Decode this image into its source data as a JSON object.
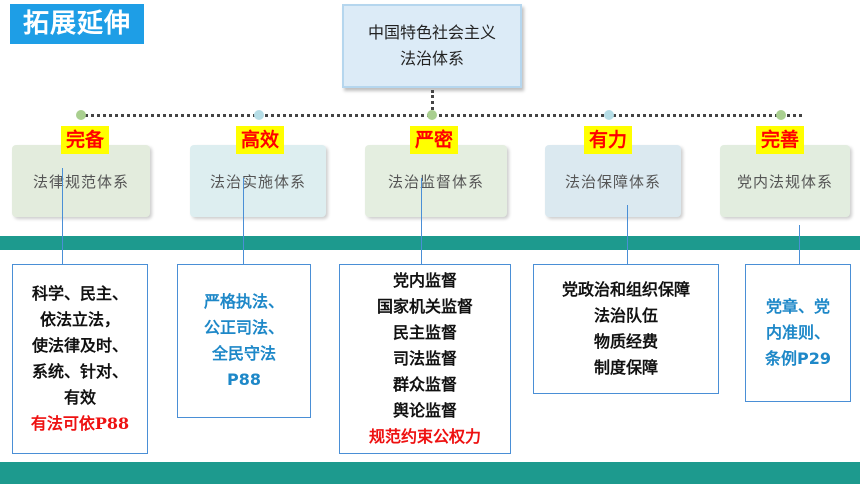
{
  "badge": "拓展延伸",
  "root": {
    "line1": "中国特色社会主义",
    "line2": "法治体系"
  },
  "categories": [
    {
      "keyword": "完备",
      "label": "法律规范体系"
    },
    {
      "keyword": "高效",
      "label": "法治实施体系"
    },
    {
      "keyword": "严密",
      "label": "法治监督体系"
    },
    {
      "keyword": "有力",
      "label": "法治保障体系"
    },
    {
      "keyword": "完善",
      "label": "党内法规体系"
    }
  ],
  "details": [
    {
      "lines": [
        "科学、民主、",
        "依法立法，",
        "使法律及时、",
        "系统、针对、",
        "有效"
      ],
      "highlight": "有法可依P88"
    },
    {
      "lines": [
        "严格执法、",
        "公正司法、",
        "全民守法",
        "P88"
      ]
    },
    {
      "lines": [
        "党内监督",
        "国家机关监督",
        "民主监督",
        "司法监督",
        "群众监督",
        "舆论监督"
      ],
      "highlight": "规范约束公权力"
    },
    {
      "lines": [
        "党政治和组织保障",
        "法治队伍",
        "物质经费",
        "制度保障"
      ]
    },
    {
      "lines": [
        "党章、党",
        "内准则、",
        "条例P29"
      ]
    }
  ],
  "colors": {
    "accent": "#1e9ee6",
    "band": "#1d9a8e",
    "keyword": "#ff0000",
    "highlight_bg": "#ffff00",
    "detail_blue": "#1e88c8"
  }
}
